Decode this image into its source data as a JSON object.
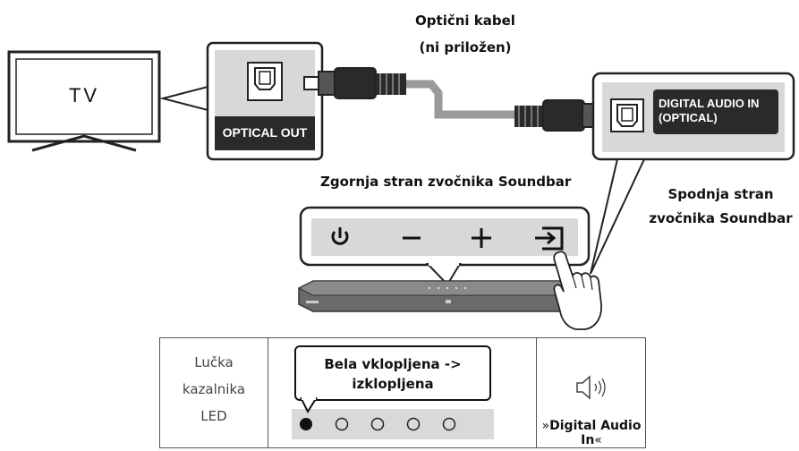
{
  "tv": {
    "label": "TV"
  },
  "optical_out": {
    "label": "OPTICAL OUT"
  },
  "cable": {
    "title_line1": "Optični kabel",
    "title_line2": "(ni priložen)"
  },
  "digital_audio_in": {
    "line1": "DIGITAL AUDIO IN",
    "line2": "(OPTICAL)"
  },
  "top_side_label": "Zgornja stran zvočnika Soundbar",
  "bottom_side_label": {
    "line1": "Spodnja stran",
    "line2": "zvočnika Soundbar"
  },
  "control_panel": {
    "buttons": [
      "power-icon",
      "volume-down-icon",
      "volume-up-icon",
      "source-input-icon"
    ]
  },
  "led_table": {
    "label_line1": "Lučka",
    "label_line2": "kazalnika",
    "label_line3": "LED",
    "bubble_line1": "Bela vklopljena ->",
    "bubble_line2": "izklopljena",
    "leds": [
      "on",
      "off",
      "off",
      "off",
      "off"
    ],
    "mode_prefix": "»",
    "mode_name": "Digital Audio In",
    "mode_suffix": "«"
  },
  "colors": {
    "panel_dark": "#2a2a2a",
    "led_strip": "#d9d9d9",
    "cable_grey": "#9a9a9a"
  }
}
